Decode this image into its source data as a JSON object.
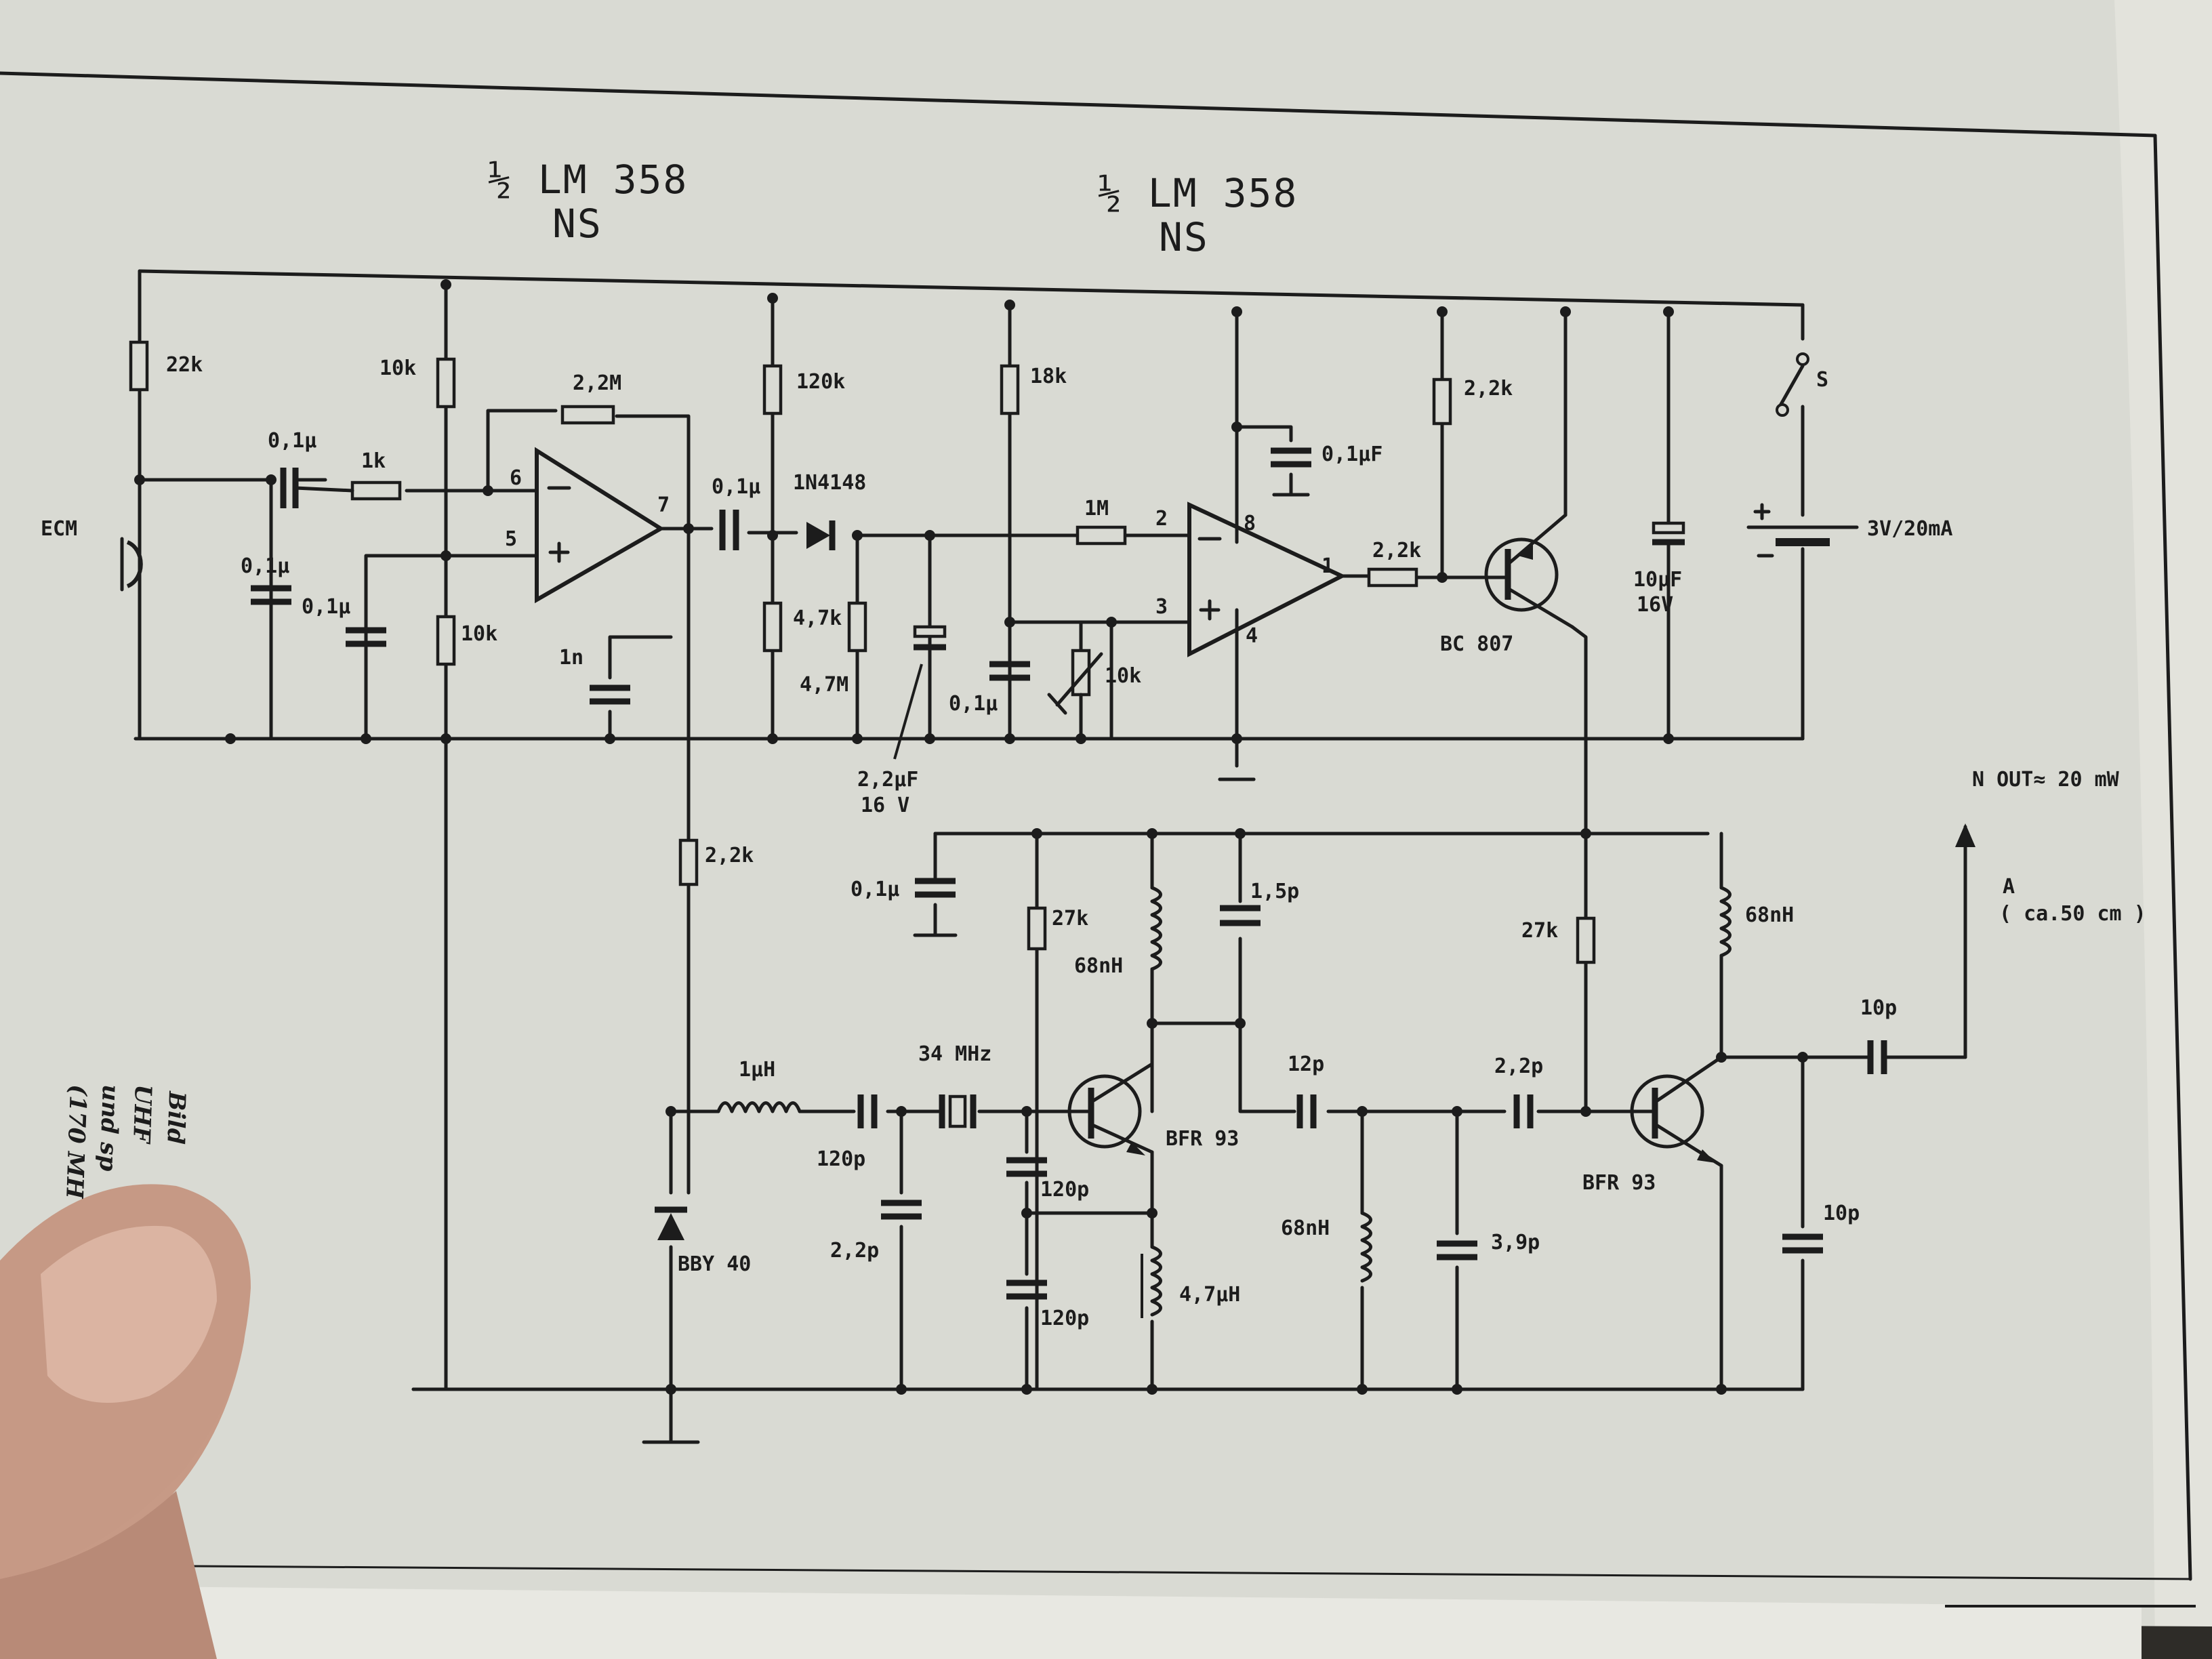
{
  "header": {
    "amp1_title": "½ LM 358",
    "amp1_sub": "NS",
    "amp2_title": "½ LM 358",
    "amp2_sub": "NS"
  },
  "labels": {
    "ecm": "ECM",
    "r22k": "22k",
    "r10k_top": "10k",
    "r10k_bot": "10k",
    "c01_in": "0,1µ",
    "r1k": "1k",
    "c01_v1": "0,1µ",
    "c01_v2": "0,1µ",
    "r22M": "2,2M",
    "pin6": "6",
    "pin5": "5",
    "pin7": "7",
    "c1n": "1n",
    "c01_out": "0,1µ",
    "r120k": "120k",
    "d1n4148": "1N4148",
    "r47k": "4,7k",
    "r47M": "4,7M",
    "c22uF": "2,2µF",
    "c22uF_v": "16 V",
    "r18k": "18k",
    "c01_mid": "0,1µ",
    "r1M": "1M",
    "pot10k": "10k",
    "pin2": "2",
    "pin3": "3",
    "pin8": "8",
    "pin4": "4",
    "pin1": "1",
    "c01uF": "0,1µF",
    "r22k_a": "2,2k",
    "r22k_b": "2,2k",
    "bc807": "BC 807",
    "c10uF": "10µF",
    "c10uF_v": "16V",
    "switch": "S",
    "battery": "3V/20mA",
    "r22k_c": "2,2k",
    "nout": "N OUT≈ 20 mW",
    "antenna": "A",
    "antenna_len": "( ca.50 cm )",
    "c01_rf": "0,1µ",
    "r27k_a": "27k",
    "l68n_a": "68nH",
    "c15p": "1,5p",
    "r27k_b": "27k",
    "l68n_b": "68nH",
    "c10p_a": "10p",
    "l1u": "1µH",
    "xtal": "34 MHz",
    "c120p_a": "120p",
    "c120p_b": "120p",
    "c120p_c": "120p",
    "c22p_a": "2,2p",
    "bfr93_a": "BFR 93",
    "c12p": "12p",
    "c22p_b": "2,2p",
    "bfr93_b": "BFR 93",
    "bby40": "BBY 40",
    "l47u": "4,7µH",
    "l68n_c": "68nH",
    "c39p": "3,9p",
    "c10p_b": "10p"
  },
  "caption_fragments": [
    "Bild",
    "UHF",
    "und sp",
    "(170 MH"
  ]
}
